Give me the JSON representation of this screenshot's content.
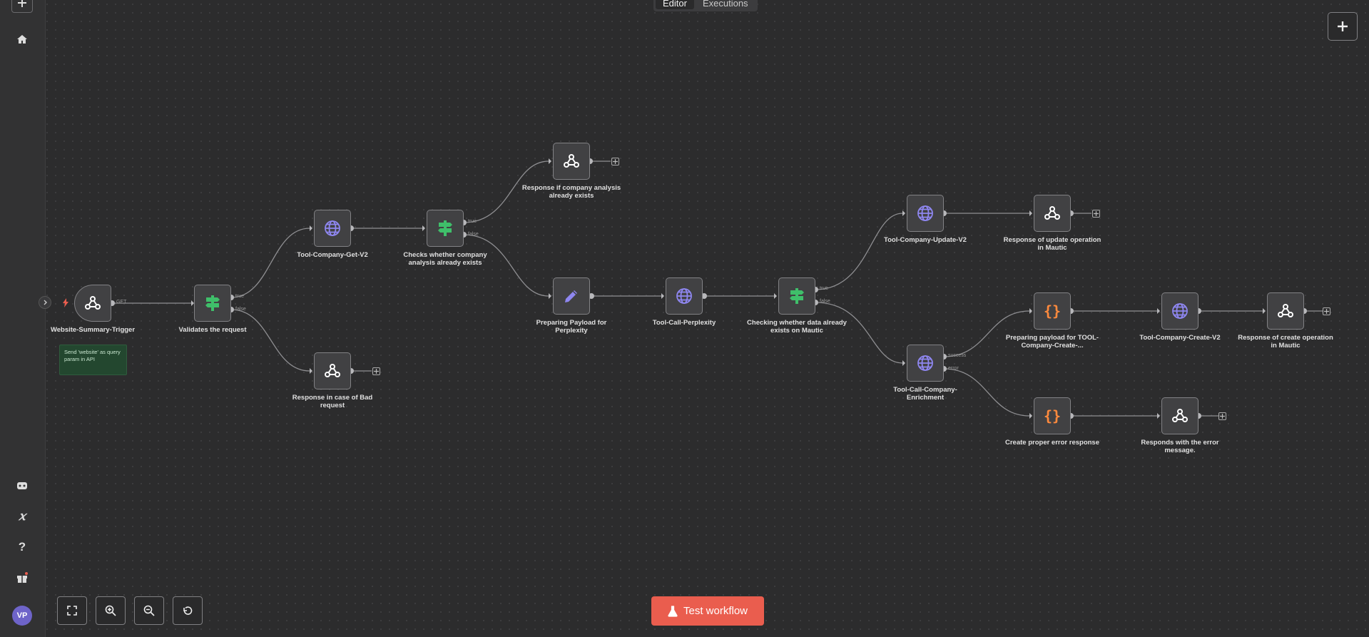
{
  "header": {
    "tabs": [
      {
        "label": "Editor",
        "active": true
      },
      {
        "label": "Executions",
        "active": false
      }
    ]
  },
  "sidebar": {
    "icons": [
      "plus-icon",
      "home-icon",
      "templates-icon",
      "variables-icon",
      "help-icon",
      "gift-icon"
    ],
    "avatar_initials": "VP"
  },
  "canvas": {
    "nodes": [
      {
        "id": "website-summary-trigger",
        "label": "Website-Summary-Trigger",
        "icon": "webhook-icon"
      },
      {
        "id": "validates-request",
        "label": "Validates the request",
        "icon": "switch-icon"
      },
      {
        "id": "tool-company-get-v2",
        "label": "Tool-Company-Get-V2",
        "icon": "globe-icon"
      },
      {
        "id": "response-bad-request",
        "label": "Response in case of Bad request",
        "icon": "webhook-icon"
      },
      {
        "id": "checks-company-analysis",
        "label": "Checks whether company analysis already exists",
        "icon": "switch-icon"
      },
      {
        "id": "response-company-analysis-exists",
        "label": "Response if company analysis already exists",
        "icon": "webhook-icon"
      },
      {
        "id": "preparing-payload-perplexity",
        "label": "Preparing Payload for Perplexity",
        "icon": "pencil-icon"
      },
      {
        "id": "tool-call-perplexity",
        "label": "Tool-Call-Perplexity",
        "icon": "globe-icon"
      },
      {
        "id": "checking-data-mautic",
        "label": "Checking whether data already exists on Mautic",
        "icon": "switch-icon"
      },
      {
        "id": "tool-company-update-v2",
        "label": "Tool-Company-Update-V2",
        "icon": "globe-icon"
      },
      {
        "id": "response-update-mautic",
        "label": "Response of update operation in Mautic",
        "icon": "webhook-icon"
      },
      {
        "id": "tool-call-company-enrichment",
        "label": "Tool-Call-Company-Enrichment",
        "icon": "globe-icon"
      },
      {
        "id": "preparing-payload-create",
        "label": "Preparing payload for TOOL-Company-Create-...",
        "icon": "code-icon"
      },
      {
        "id": "tool-company-create-v2",
        "label": "Tool-Company-Create-V2",
        "icon": "globe-icon"
      },
      {
        "id": "response-create-mautic",
        "label": "Response of create operation in Mautic",
        "icon": "webhook-icon"
      },
      {
        "id": "create-error-response",
        "label": "Create proper error response",
        "icon": "code-icon"
      },
      {
        "id": "responds-error-message",
        "label": "Responds with the error message.",
        "icon": "webhook-icon"
      }
    ],
    "port_labels": {
      "trigger_out": "GET",
      "true": "true",
      "false": "false",
      "success": "success",
      "error": "error"
    },
    "sticky_note": "Send 'website' as query param in API"
  },
  "footer": {
    "test_workflow_label": "Test workflow"
  },
  "colors": {
    "canvas": "#2c2c2d",
    "node_bg": "#414143",
    "webhook": "#ffffff",
    "globe": "#8f87f1",
    "switch": "#3fbf6a",
    "pencil": "#8f87f1",
    "code": "#ff8a3d",
    "test_button": "#ea5d4e",
    "note_bg": "#23472f"
  }
}
